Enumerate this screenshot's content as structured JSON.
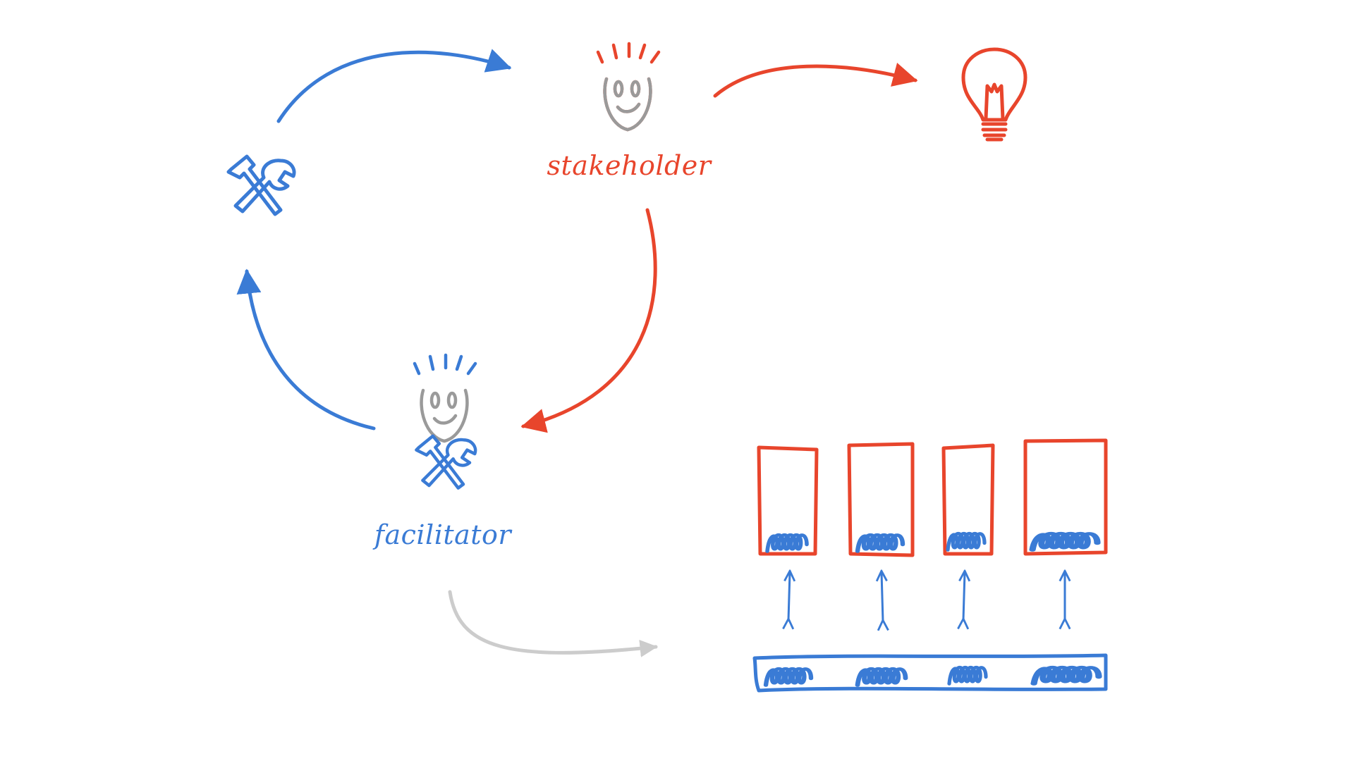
{
  "colors": {
    "blue": "#3a7bd5",
    "red": "#e8452c",
    "gray": "#9a9a9a",
    "light_gray": "#cccccc",
    "background": "#ffffff"
  },
  "labels": {
    "stakeholder": "stakeholder",
    "facilitator": "facilitator"
  },
  "icons": {
    "stakeholder": "smiling-face-icon",
    "facilitator": "smiling-face-icon",
    "tools": "hammer-wrench-icon",
    "idea": "lightbulb-icon"
  },
  "document_columns": 4
}
